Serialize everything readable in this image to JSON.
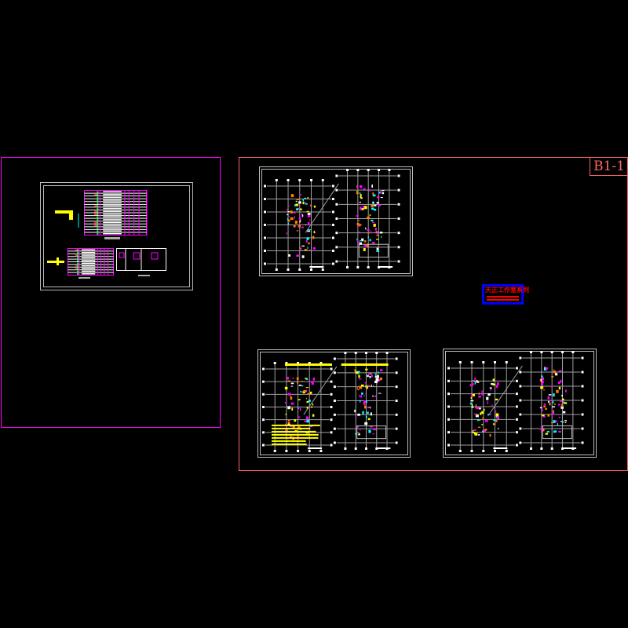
{
  "sheet_label": "B1-1",
  "stamp": {
    "title": "天正工作室系列"
  },
  "colors": {
    "left_frame": "#ff00ff",
    "right_frame": "#ff6666",
    "stamp_border": "#0000ff",
    "stamp_text": "#ff0000",
    "plan_lines": "#a0a0a0"
  },
  "sheets": [
    {
      "name": "left-sheet",
      "content": "system-diagram-tables"
    },
    {
      "name": "right-sheet",
      "content": "floor-plans",
      "drawings": 3
    }
  ]
}
